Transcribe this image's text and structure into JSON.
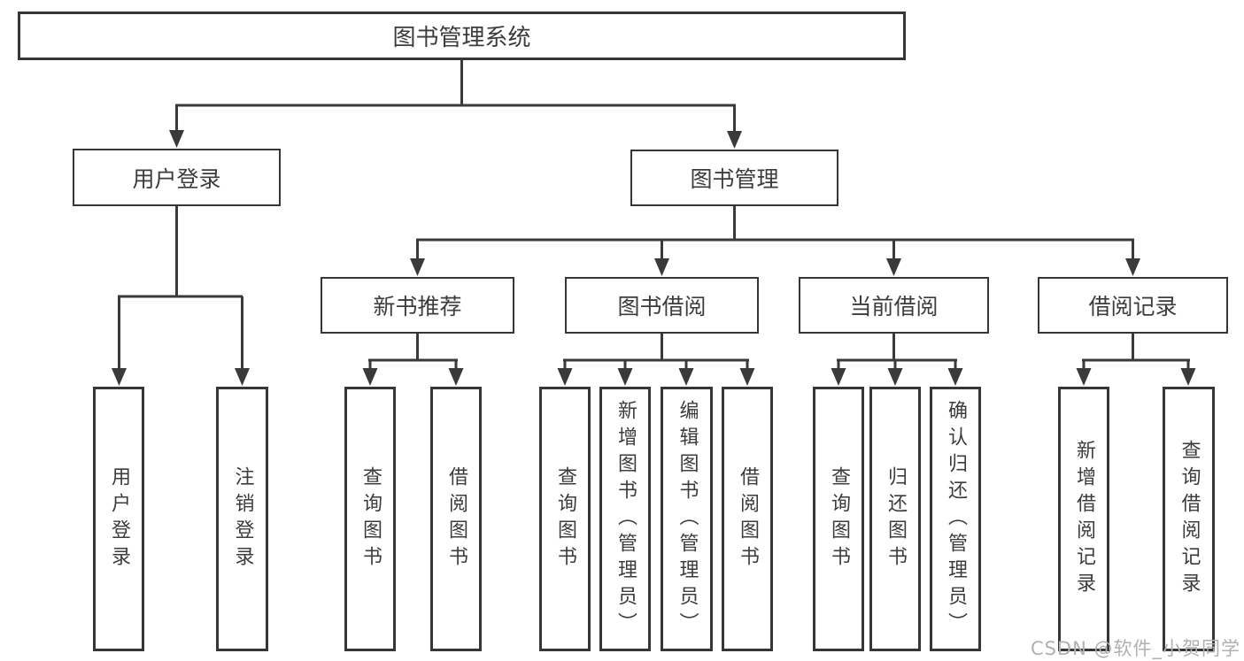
{
  "diagram_title": "图书管理系统",
  "colors": {
    "line": "#3a3a3a",
    "border": "#363636",
    "text": "#3c3c3c",
    "background": "#ffffff",
    "watermark": "#b0b0b0"
  },
  "nodes": [
    {
      "id": "root",
      "label": "图书管理系统",
      "level": 1,
      "parent": null
    },
    {
      "id": "user-login",
      "label": "用户登录",
      "level": 2,
      "parent": "root"
    },
    {
      "id": "book-management",
      "label": "图书管理",
      "level": 2,
      "parent": "root"
    },
    {
      "id": "new-book-recommend",
      "label": "新书推荐",
      "level": 3,
      "parent": "book-management"
    },
    {
      "id": "book-borrowing",
      "label": "图书借阅",
      "level": 3,
      "parent": "book-management"
    },
    {
      "id": "current-borrowing",
      "label": "当前借阅",
      "level": 3,
      "parent": "book-management"
    },
    {
      "id": "borrowing-records",
      "label": "借阅记录",
      "level": 3,
      "parent": "book-management"
    },
    {
      "id": "leaf-user-login",
      "label": "用户登录",
      "level": 4,
      "parent": "user-login"
    },
    {
      "id": "leaf-logout",
      "label": "注销登录",
      "level": 4,
      "parent": "user-login"
    },
    {
      "id": "leaf-query-book-1",
      "label": "查询图书",
      "level": 4,
      "parent": "new-book-recommend"
    },
    {
      "id": "leaf-borrow-book-1",
      "label": "借阅图书",
      "level": 4,
      "parent": "new-book-recommend"
    },
    {
      "id": "leaf-query-book-2",
      "label": "查询图书",
      "level": 4,
      "parent": "book-borrowing"
    },
    {
      "id": "leaf-add-book",
      "label": "新增图书（管理员）",
      "level": 4,
      "parent": "book-borrowing"
    },
    {
      "id": "leaf-edit-book",
      "label": "编辑图书（管理员）",
      "level": 4,
      "parent": "book-borrowing"
    },
    {
      "id": "leaf-borrow-book-2",
      "label": "借阅图书",
      "level": 4,
      "parent": "book-borrowing"
    },
    {
      "id": "leaf-query-book-3",
      "label": "查询图书",
      "level": 4,
      "parent": "current-borrowing"
    },
    {
      "id": "leaf-return-book",
      "label": "归还图书",
      "level": 4,
      "parent": "current-borrowing"
    },
    {
      "id": "leaf-confirm-return",
      "label": "确认归还（管理员）",
      "level": 4,
      "parent": "current-borrowing"
    },
    {
      "id": "leaf-add-record",
      "label": "新增借阅记录",
      "level": 4,
      "parent": "borrowing-records"
    },
    {
      "id": "leaf-query-record",
      "label": "查询借阅记录",
      "level": 4,
      "parent": "borrowing-records"
    }
  ],
  "watermark": {
    "text": "CSDN @软件_小贺同学"
  }
}
